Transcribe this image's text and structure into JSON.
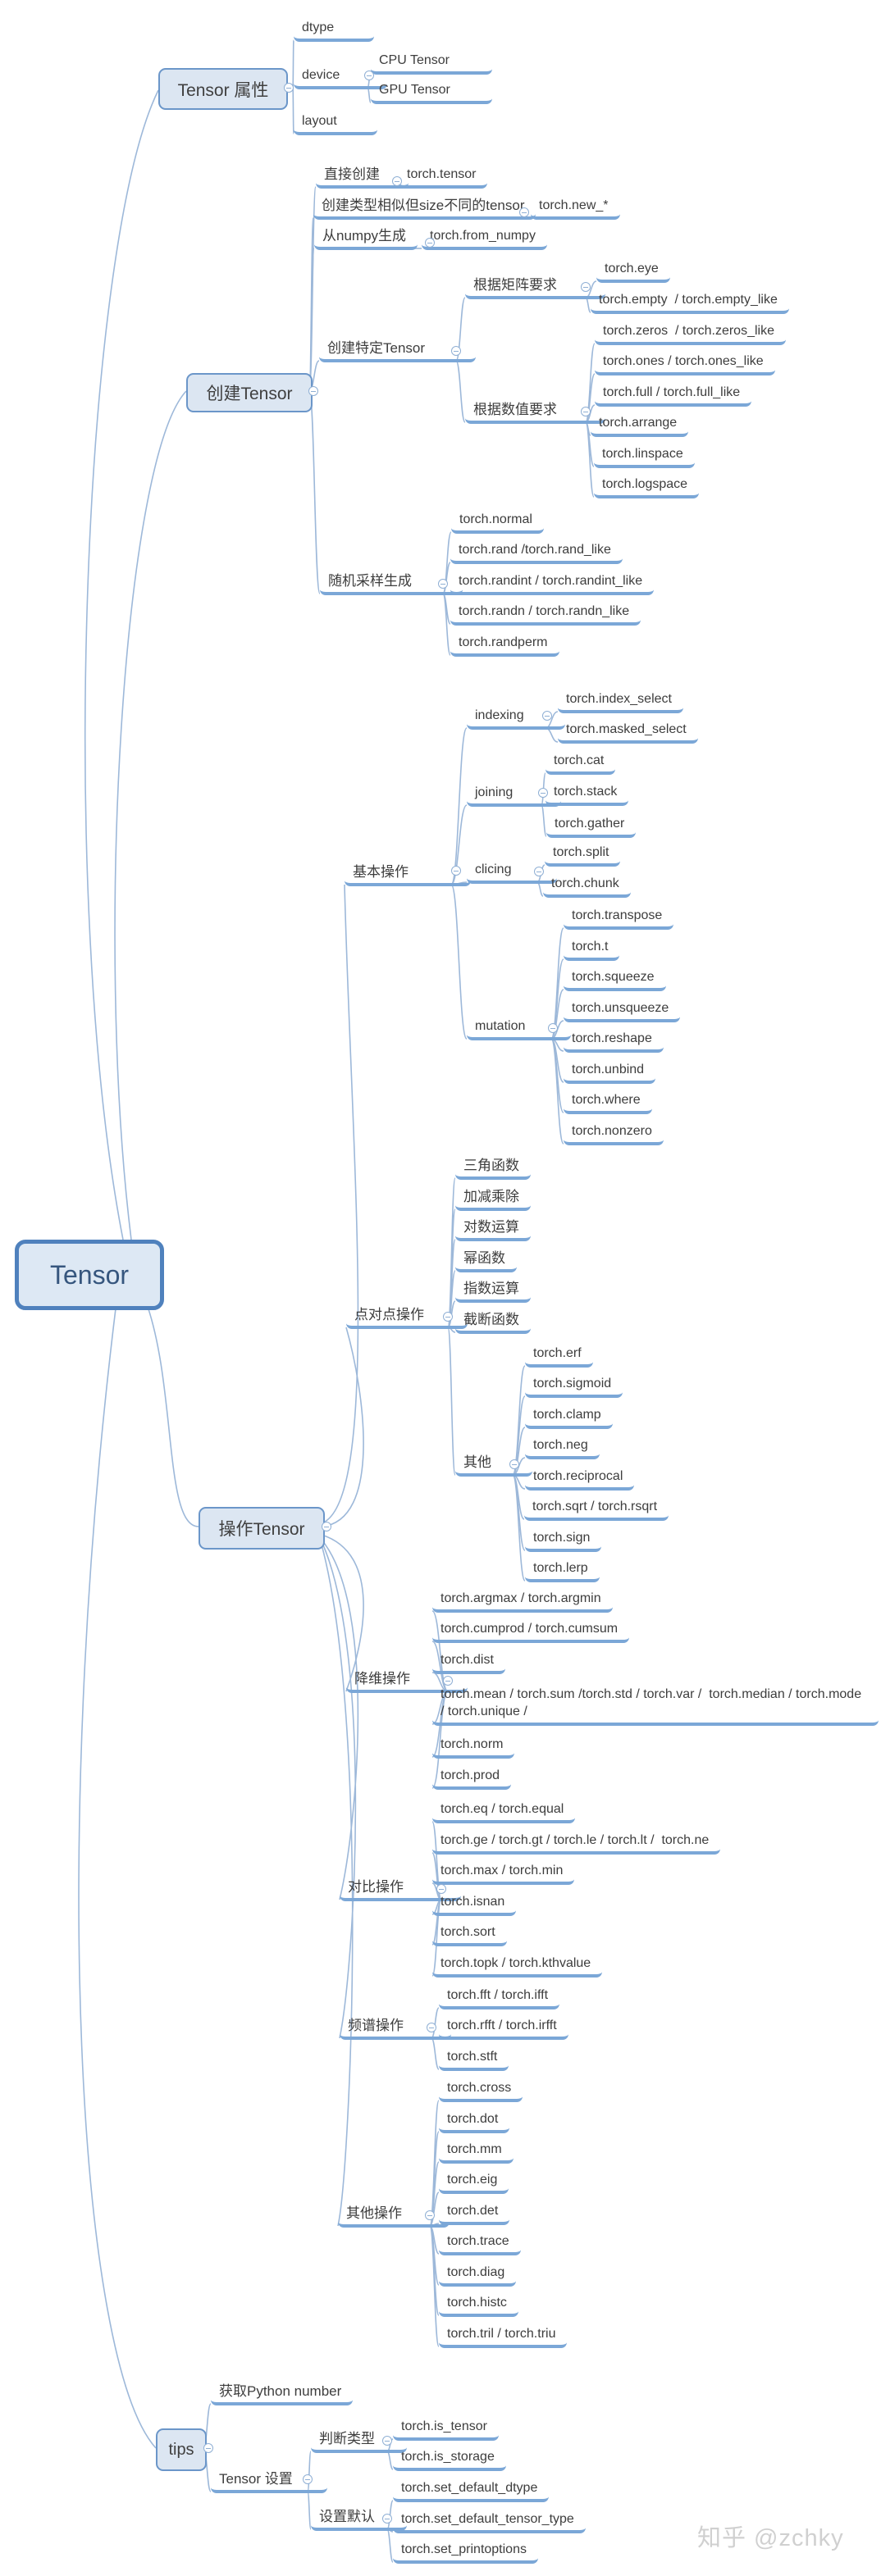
{
  "watermark": "知乎 @zchky",
  "colors": {
    "accent": "#4f81bd",
    "branch_box_fill": "#dce6f2",
    "branch_box_border": "#6b96c9",
    "underline": "#7ba7d7",
    "connector": "#9db8d9",
    "text": "#3d3d3d",
    "watermark_text": "#d0d0d0"
  },
  "root": {
    "label": "Tensor"
  },
  "branches": [
    {
      "label": "Tensor 属性",
      "children": [
        {
          "label": "dtype"
        },
        {
          "label": "device",
          "children": [
            {
              "label": "CPU Tensor"
            },
            {
              "label": "GPU Tensor"
            }
          ]
        },
        {
          "label": "layout"
        }
      ]
    },
    {
      "label": "创建Tensor",
      "children": [
        {
          "label": "直接创建",
          "children": [
            {
              "label": "torch.tensor"
            }
          ]
        },
        {
          "label": "创建类型相似但size不同的tensor",
          "children": [
            {
              "label": "torch.new_*"
            }
          ]
        },
        {
          "label": "从numpy生成",
          "children": [
            {
              "label": "torch.from_numpy"
            }
          ]
        },
        {
          "label": "创建特定Tensor",
          "children": [
            {
              "label": "根据矩阵要求",
              "children": [
                {
                  "label": "torch.eye"
                },
                {
                  "label": "torch.empty  / torch.empty_like"
                }
              ]
            },
            {
              "label": "根据数值要求",
              "children": [
                {
                  "label": "torch.zeros  / torch.zeros_like"
                },
                {
                  "label": "torch.ones / torch.ones_like"
                },
                {
                  "label": "torch.full / torch.full_like"
                },
                {
                  "label": "torch.arrange"
                },
                {
                  "label": "torch.linspace"
                },
                {
                  "label": "torch.logspace"
                }
              ]
            }
          ]
        },
        {
          "label": "随机采样生成",
          "children": [
            {
              "label": "torch.normal"
            },
            {
              "label": "torch.rand /torch.rand_like"
            },
            {
              "label": "torch.randint / torch.randint_like"
            },
            {
              "label": "torch.randn / torch.randn_like"
            },
            {
              "label": "torch.randperm"
            }
          ]
        }
      ]
    },
    {
      "label": "操作Tensor",
      "children": [
        {
          "label": "基本操作",
          "children": [
            {
              "label": "indexing",
              "children": [
                {
                  "label": "torch.index_select"
                },
                {
                  "label": "torch.masked_select"
                }
              ]
            },
            {
              "label": "joining",
              "children": [
                {
                  "label": "torch.cat"
                },
                {
                  "label": "torch.stack"
                },
                {
                  "label": "torch.gather"
                }
              ]
            },
            {
              "label": "clicing",
              "children": [
                {
                  "label": "torch.split"
                },
                {
                  "label": "torch.chunk"
                }
              ]
            },
            {
              "label": "mutation",
              "children": [
                {
                  "label": "torch.transpose"
                },
                {
                  "label": "torch.t"
                },
                {
                  "label": "torch.squeeze"
                },
                {
                  "label": "torch.unsqueeze"
                },
                {
                  "label": "torch.reshape"
                },
                {
                  "label": "torch.unbind"
                },
                {
                  "label": "torch.where"
                },
                {
                  "label": "torch.nonzero"
                }
              ]
            }
          ]
        },
        {
          "label": "点对点操作",
          "children": [
            {
              "label": "三角函数"
            },
            {
              "label": "加减乘除"
            },
            {
              "label": "对数运算"
            },
            {
              "label": "幂函数"
            },
            {
              "label": "指数运算"
            },
            {
              "label": "截断函数"
            },
            {
              "label": "其他",
              "children": [
                {
                  "label": "torch.erf"
                },
                {
                  "label": "torch.sigmoid"
                },
                {
                  "label": "torch.clamp"
                },
                {
                  "label": "torch.neg"
                },
                {
                  "label": "torch.reciprocal"
                },
                {
                  "label": "torch.sqrt / torch.rsqrt"
                },
                {
                  "label": "torch.sign"
                },
                {
                  "label": "torch.lerp"
                }
              ]
            }
          ]
        },
        {
          "label": "降维操作",
          "children": [
            {
              "label": "torch.argmax / torch.argmin"
            },
            {
              "label": "torch.cumprod / torch.cumsum"
            },
            {
              "label": "torch.dist"
            },
            {
              "label": "torch.mean / torch.sum /torch.std / torch.var /  torch.median / torch.mode / torch.unique /"
            },
            {
              "label": "torch.norm"
            },
            {
              "label": "torch.prod"
            }
          ]
        },
        {
          "label": "对比操作",
          "children": [
            {
              "label": "torch.eq / torch.equal"
            },
            {
              "label": "torch.ge / torch.gt / torch.le / torch.lt /  torch.ne"
            },
            {
              "label": "torch.max / torch.min"
            },
            {
              "label": "torch.isnan"
            },
            {
              "label": "torch.sort"
            },
            {
              "label": "torch.topk / torch.kthvalue"
            }
          ]
        },
        {
          "label": "频谱操作",
          "children": [
            {
              "label": "torch.fft / torch.ifft"
            },
            {
              "label": "torch.rfft / torch.irfft"
            },
            {
              "label": "torch.stft"
            }
          ]
        },
        {
          "label": "其他操作",
          "children": [
            {
              "label": "torch.cross"
            },
            {
              "label": "torch.dot"
            },
            {
              "label": "torch.mm"
            },
            {
              "label": "torch.eig"
            },
            {
              "label": "torch.det"
            },
            {
              "label": "torch.trace"
            },
            {
              "label": "torch.diag"
            },
            {
              "label": "torch.histc"
            },
            {
              "label": "torch.tril / torch.triu"
            }
          ]
        }
      ]
    },
    {
      "label": "tips",
      "children": [
        {
          "label": "获取Python number"
        },
        {
          "label": "Tensor 设置",
          "children": [
            {
              "label": "判断类型",
              "children": [
                {
                  "label": "torch.is_tensor"
                },
                {
                  "label": "torch.is_storage"
                }
              ]
            },
            {
              "label": "设置默认",
              "children": [
                {
                  "label": "torch.set_default_dtype"
                },
                {
                  "label": "torch.set_default_tensor_type"
                },
                {
                  "label": "torch.set_printoptions"
                }
              ]
            }
          ]
        }
      ]
    }
  ]
}
